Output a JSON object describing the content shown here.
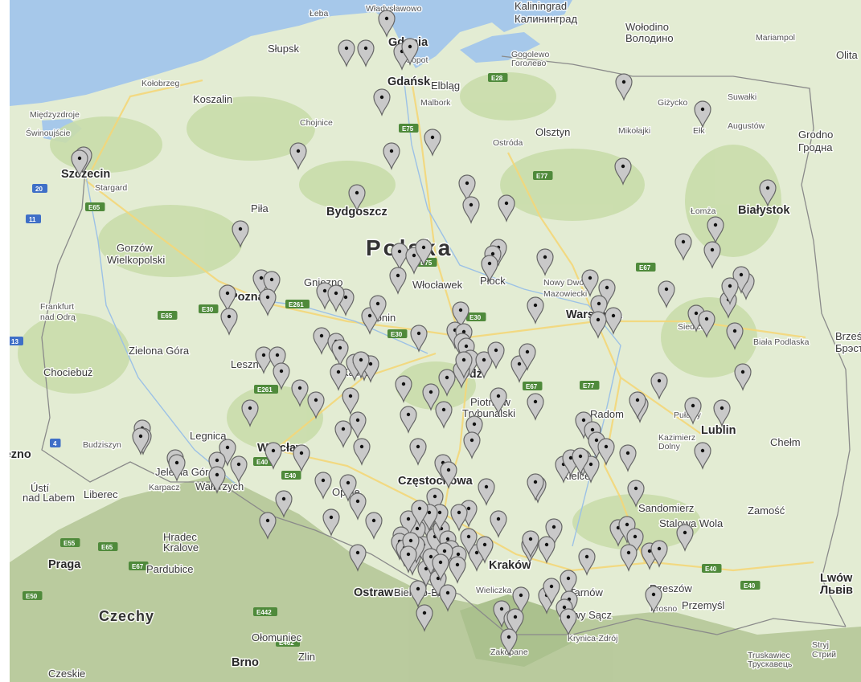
{
  "map": {
    "country_label": "Polska",
    "colors": {
      "sea": "#a6c8ea",
      "land": "#e3ecd3",
      "forest": "#c8dcad",
      "mountain": "#b6c99a",
      "road_major": "#f6d77c",
      "border": "#8a8a8a",
      "marker_fill": "#c9c9c9",
      "marker_stroke": "#666666"
    },
    "labels": [
      {
        "text": "Łeba",
        "cls": "small"
      },
      {
        "text": "Władysławowo",
        "cls": "small"
      },
      {
        "text": "Kaliningrad",
        "cls": "city"
      },
      {
        "text": "Калининград",
        "cls": "city"
      },
      {
        "text": "Wołodino",
        "cls": "city"
      },
      {
        "text": "Володино",
        "cls": "city"
      },
      {
        "text": "Mariampol",
        "cls": "small"
      },
      {
        "text": "Olita",
        "cls": "city"
      },
      {
        "text": "Słupsk",
        "cls": "city"
      },
      {
        "text": "Gdynia",
        "cls": "major"
      },
      {
        "text": "Sopot",
        "cls": "small"
      },
      {
        "text": "Gogolewo",
        "cls": "small"
      },
      {
        "text": "Гоголево",
        "cls": "small"
      },
      {
        "text": "Gdańsk",
        "cls": "major"
      },
      {
        "text": "Elbląg",
        "cls": "city"
      },
      {
        "text": "Kołobrzeg",
        "cls": "small"
      },
      {
        "text": "Koszalin",
        "cls": "city"
      },
      {
        "text": "Malbork",
        "cls": "small"
      },
      {
        "text": "Giżycko",
        "cls": "small"
      },
      {
        "text": "Suwałki",
        "cls": "small"
      },
      {
        "text": "Międzyzdroje",
        "cls": "small"
      },
      {
        "text": "Świnoujście",
        "cls": "small"
      },
      {
        "text": "Ełk",
        "cls": "small"
      },
      {
        "text": "Augustów",
        "cls": "small"
      },
      {
        "text": "Grodno",
        "cls": "city"
      },
      {
        "text": "Гродна",
        "cls": "city"
      },
      {
        "text": "Chojnice",
        "cls": "small"
      },
      {
        "text": "Olsztyn",
        "cls": "city"
      },
      {
        "text": "Ostróda",
        "cls": "small"
      },
      {
        "text": "Mikołajki",
        "cls": "small"
      },
      {
        "text": "Szczecin",
        "cls": "major"
      },
      {
        "text": "Stargard",
        "cls": "small"
      },
      {
        "text": "Piła",
        "cls": "city"
      },
      {
        "text": "Bydgoszcz",
        "cls": "major"
      },
      {
        "text": "Łomża",
        "cls": "small"
      },
      {
        "text": "Białystok",
        "cls": "major"
      },
      {
        "text": "Gorzów",
        "cls": "city"
      },
      {
        "text": "Wielkopolski",
        "cls": "city"
      },
      {
        "text": "Gniezno",
        "cls": "city"
      },
      {
        "text": "Poznań",
        "cls": "major"
      },
      {
        "text": "Włocławek",
        "cls": "city"
      },
      {
        "text": "Płock",
        "cls": "city"
      },
      {
        "text": "Nowy Dwór",
        "cls": "small"
      },
      {
        "text": "Mazowiecki",
        "cls": "small"
      },
      {
        "text": "Warszawa",
        "cls": "major"
      },
      {
        "text": "Frankfurt",
        "cls": "small"
      },
      {
        "text": "nad Odrą",
        "cls": "small"
      },
      {
        "text": "Konin",
        "cls": "city"
      },
      {
        "text": "Siedlce",
        "cls": "small"
      },
      {
        "text": "Brześć",
        "cls": "city"
      },
      {
        "text": "Брэст",
        "cls": "city"
      },
      {
        "text": "Biała Podlaska",
        "cls": "small"
      },
      {
        "text": "Zielona Góra",
        "cls": "city"
      },
      {
        "text": "Leszno",
        "cls": "city"
      },
      {
        "text": "Kalisz",
        "cls": "city"
      },
      {
        "text": "Łódź",
        "cls": "major"
      },
      {
        "text": "Chociebuż",
        "cls": "city"
      },
      {
        "text": "Piotrków",
        "cls": "city"
      },
      {
        "text": "Trybunalski",
        "cls": "city"
      },
      {
        "text": "Radom",
        "cls": "city"
      },
      {
        "text": "Puławy",
        "cls": "small"
      },
      {
        "text": "Lublin",
        "cls": "major"
      },
      {
        "text": "Kazimierz",
        "cls": "small"
      },
      {
        "text": "Dolny",
        "cls": "small"
      },
      {
        "text": "Budziszyn",
        "cls": "small"
      },
      {
        "text": "Legnica",
        "cls": "city"
      },
      {
        "text": "Wrocław",
        "cls": "major"
      },
      {
        "text": "Chełm",
        "cls": "city"
      },
      {
        "text": "Jelenia Góra",
        "cls": "city"
      },
      {
        "text": "Wałbrzych",
        "cls": "city"
      },
      {
        "text": "Opole",
        "cls": "city"
      },
      {
        "text": "Częstochowa",
        "cls": "major"
      },
      {
        "text": "Kielce",
        "cls": "city"
      },
      {
        "text": "Ústí",
        "cls": "city"
      },
      {
        "text": "nad Labem",
        "cls": "city"
      },
      {
        "text": "Liberec",
        "cls": "city"
      },
      {
        "text": "Karpacz",
        "cls": "small"
      },
      {
        "text": "Sandomierz",
        "cls": "city"
      },
      {
        "text": "Zamość",
        "cls": "city"
      },
      {
        "text": "Hradec",
        "cls": "city"
      },
      {
        "text": "Kralove",
        "cls": "city"
      },
      {
        "text": "Stalowa Wola",
        "cls": "city"
      },
      {
        "text": "Praga",
        "cls": "major"
      },
      {
        "text": "Pardubice",
        "cls": "city"
      },
      {
        "text": "Kraków",
        "cls": "major"
      },
      {
        "text": "Tarnów",
        "cls": "city"
      },
      {
        "text": "Rzeszów",
        "cls": "city"
      },
      {
        "text": "Lwów",
        "cls": "major"
      },
      {
        "text": "Львів",
        "cls": "major"
      },
      {
        "text": "Ostrawa",
        "cls": "major"
      },
      {
        "text": "Bielsko-Biała",
        "cls": "city"
      },
      {
        "text": "Wieliczka",
        "cls": "small"
      },
      {
        "text": "Nowy Sącz",
        "cls": "city"
      },
      {
        "text": "Krosno",
        "cls": "small"
      },
      {
        "text": "Przemyśl",
        "cls": "city"
      },
      {
        "text": "Czechy",
        "cls": "neighbour"
      },
      {
        "text": "Ołomuniec",
        "cls": "city"
      },
      {
        "text": "Krynica-Zdrój",
        "cls": "small"
      },
      {
        "text": "Zakopane",
        "cls": "small"
      },
      {
        "text": "Brno",
        "cls": "major"
      },
      {
        "text": "Zlin",
        "cls": "city"
      },
      {
        "text": "Stryj",
        "cls": "small"
      },
      {
        "text": "Стрий",
        "cls": "small"
      },
      {
        "text": "Truskawiec",
        "cls": "small"
      },
      {
        "text": "Трускавець",
        "cls": "small"
      },
      {
        "text": "Czeskie",
        "cls": "city"
      },
      {
        "text": "Rzeszów",
        "cls": "city"
      },
      {
        "text": "rezno",
        "cls": "major"
      },
      {
        "text": "Nowy Dwór Mazowiecki",
        "cls": "small"
      }
    ],
    "road_labels": [
      "E28",
      "E75",
      "E77",
      "E65",
      "20",
      "11",
      "E30",
      "E261",
      "E67",
      "E67",
      "E77",
      "E261",
      "13",
      "4",
      "E40",
      "E40",
      "E55",
      "E65",
      "E67",
      "E50",
      "E442",
      "E462",
      "E40",
      "E40",
      "E30",
      "E65",
      "E75",
      "E30"
    ],
    "markers_note": "map-pin-icon"
  }
}
